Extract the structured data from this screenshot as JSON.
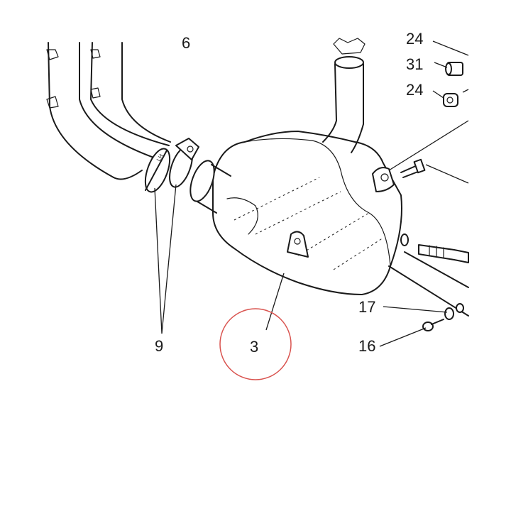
{
  "callouts": [
    {
      "id": "c6",
      "text": "6"
    },
    {
      "id": "c24a",
      "text": "24"
    },
    {
      "id": "c31",
      "text": "31"
    },
    {
      "id": "c24b",
      "text": "24"
    },
    {
      "id": "c17",
      "text": "17"
    },
    {
      "id": "c16",
      "text": "16"
    },
    {
      "id": "c9",
      "text": "9"
    },
    {
      "id": "c3",
      "text": "3"
    }
  ],
  "clamp_marking": "LH",
  "highlight": {
    "callout": "3",
    "color": "#d9534f"
  }
}
